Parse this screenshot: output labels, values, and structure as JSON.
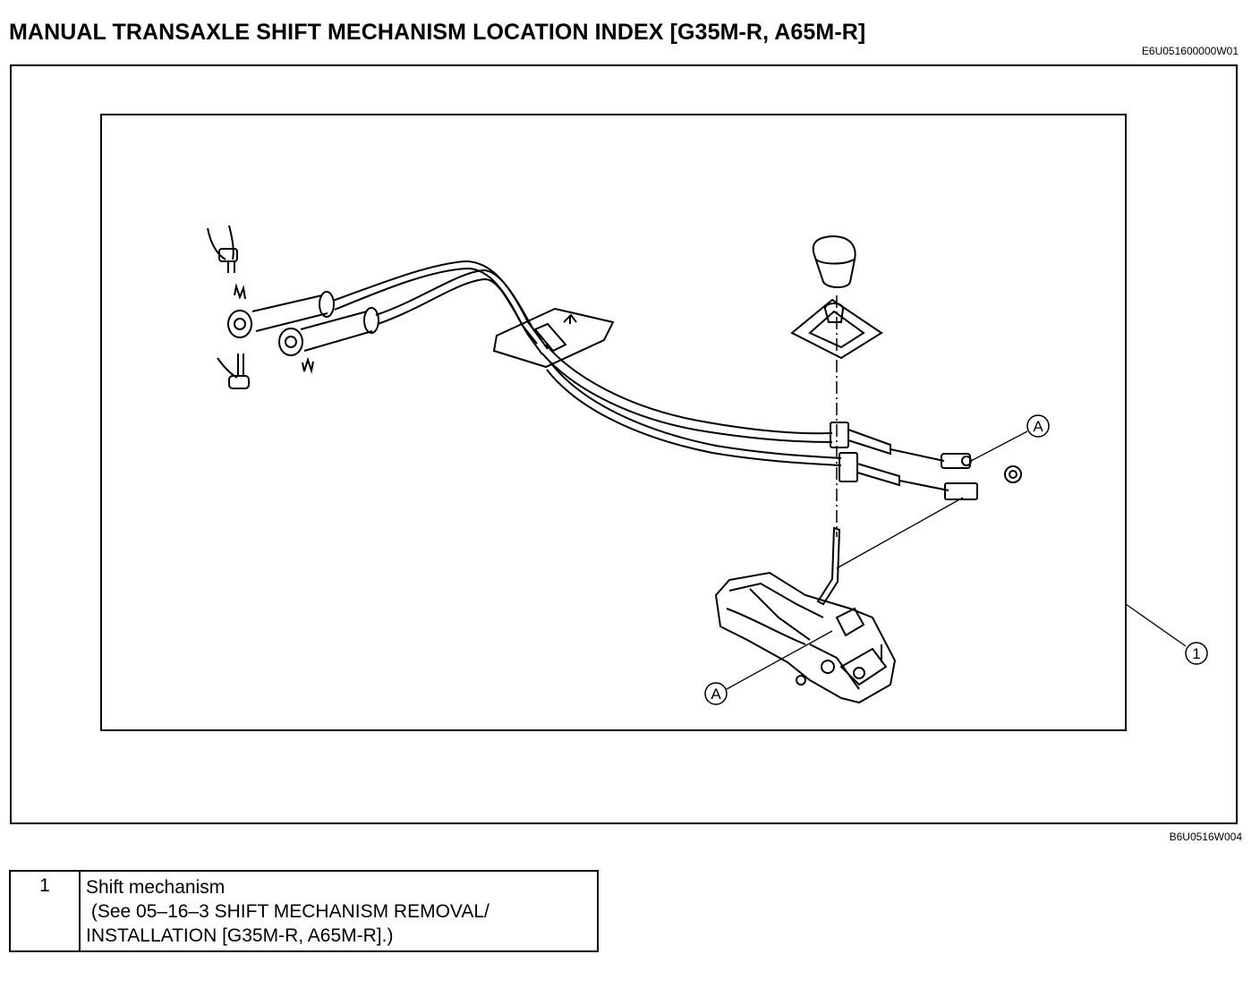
{
  "header": {
    "title": "MANUAL TRANSAXLE SHIFT MECHANISM LOCATION INDEX [G35M-R, A65M-R]",
    "doc_code": "E6U051600000W01"
  },
  "figure": {
    "code": "B6U0516W004",
    "callouts": {
      "a_top": "A",
      "a_bottom": "A",
      "one": "1"
    }
  },
  "legend": {
    "items": [
      {
        "number": "1",
        "name": "Shift mechanism",
        "ref_line1": " (See 05–16–3 SHIFT MECHANISM REMOVAL/",
        "ref_line2": "INSTALLATION [G35M-R, A65M-R].)"
      }
    ]
  }
}
